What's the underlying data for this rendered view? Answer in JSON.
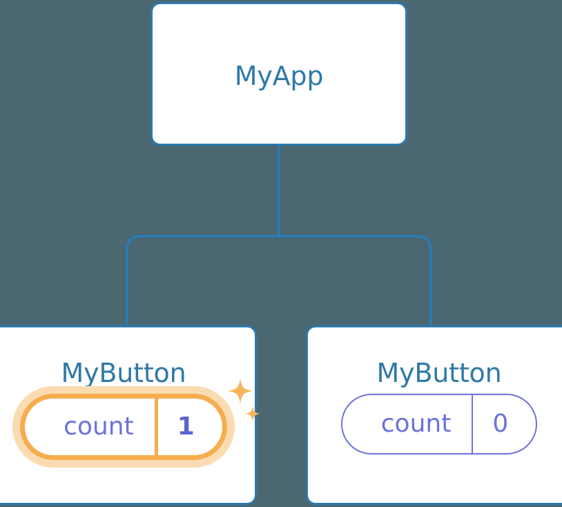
{
  "diagram": {
    "type": "component-tree",
    "background_color": "#4b6771",
    "node_border_color": "#2b7ab0",
    "node_title_color": "#2e79a8",
    "state_color": "#6b72dc",
    "highlight_color": "#f5ad4d",
    "highlight_glow_color": "#fbdcb2",
    "connector_color": "#2b7ab0"
  },
  "root": {
    "title": "MyApp"
  },
  "children": [
    {
      "title": "MyButton",
      "state_key": "count",
      "state_value": "1",
      "highlighted": true,
      "sparkle_icon": "sparkles-icon"
    },
    {
      "title": "MyButton",
      "state_key": "count",
      "state_value": "0",
      "highlighted": false,
      "sparkle_icon": null
    }
  ]
}
